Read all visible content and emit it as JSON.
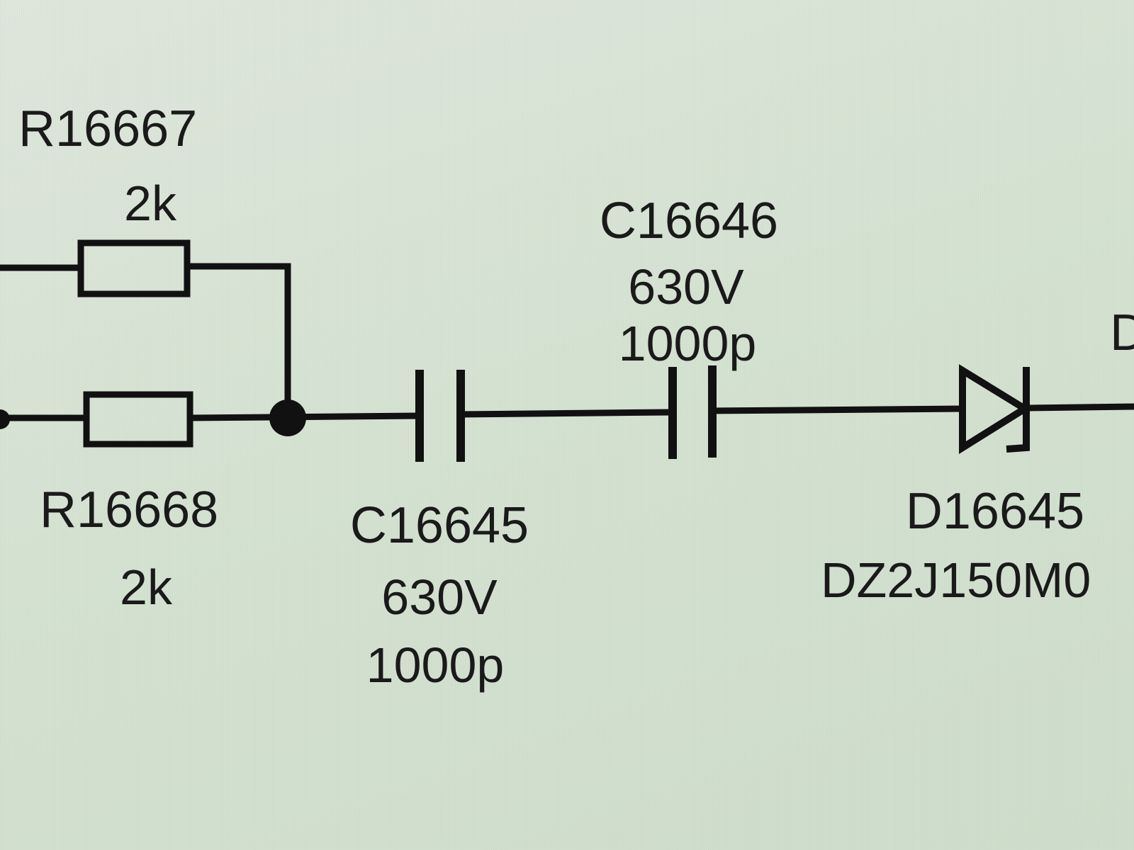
{
  "diagram": {
    "components": {
      "r1": {
        "ref": "R16667",
        "value": "2k"
      },
      "r2": {
        "ref": "R16668",
        "value": "2k"
      },
      "c1": {
        "ref": "C16645",
        "voltage": "630V",
        "capacitance": "1000p"
      },
      "c2": {
        "ref": "C16646",
        "voltage": "630V",
        "capacitance": "1000p"
      },
      "d1": {
        "ref": "D16645",
        "part": "DZ2J150M0"
      },
      "edge_label": "D"
    },
    "colors": {
      "wire": "#111111",
      "text": "#1a1a1a",
      "background": "#d9e3d6"
    }
  }
}
